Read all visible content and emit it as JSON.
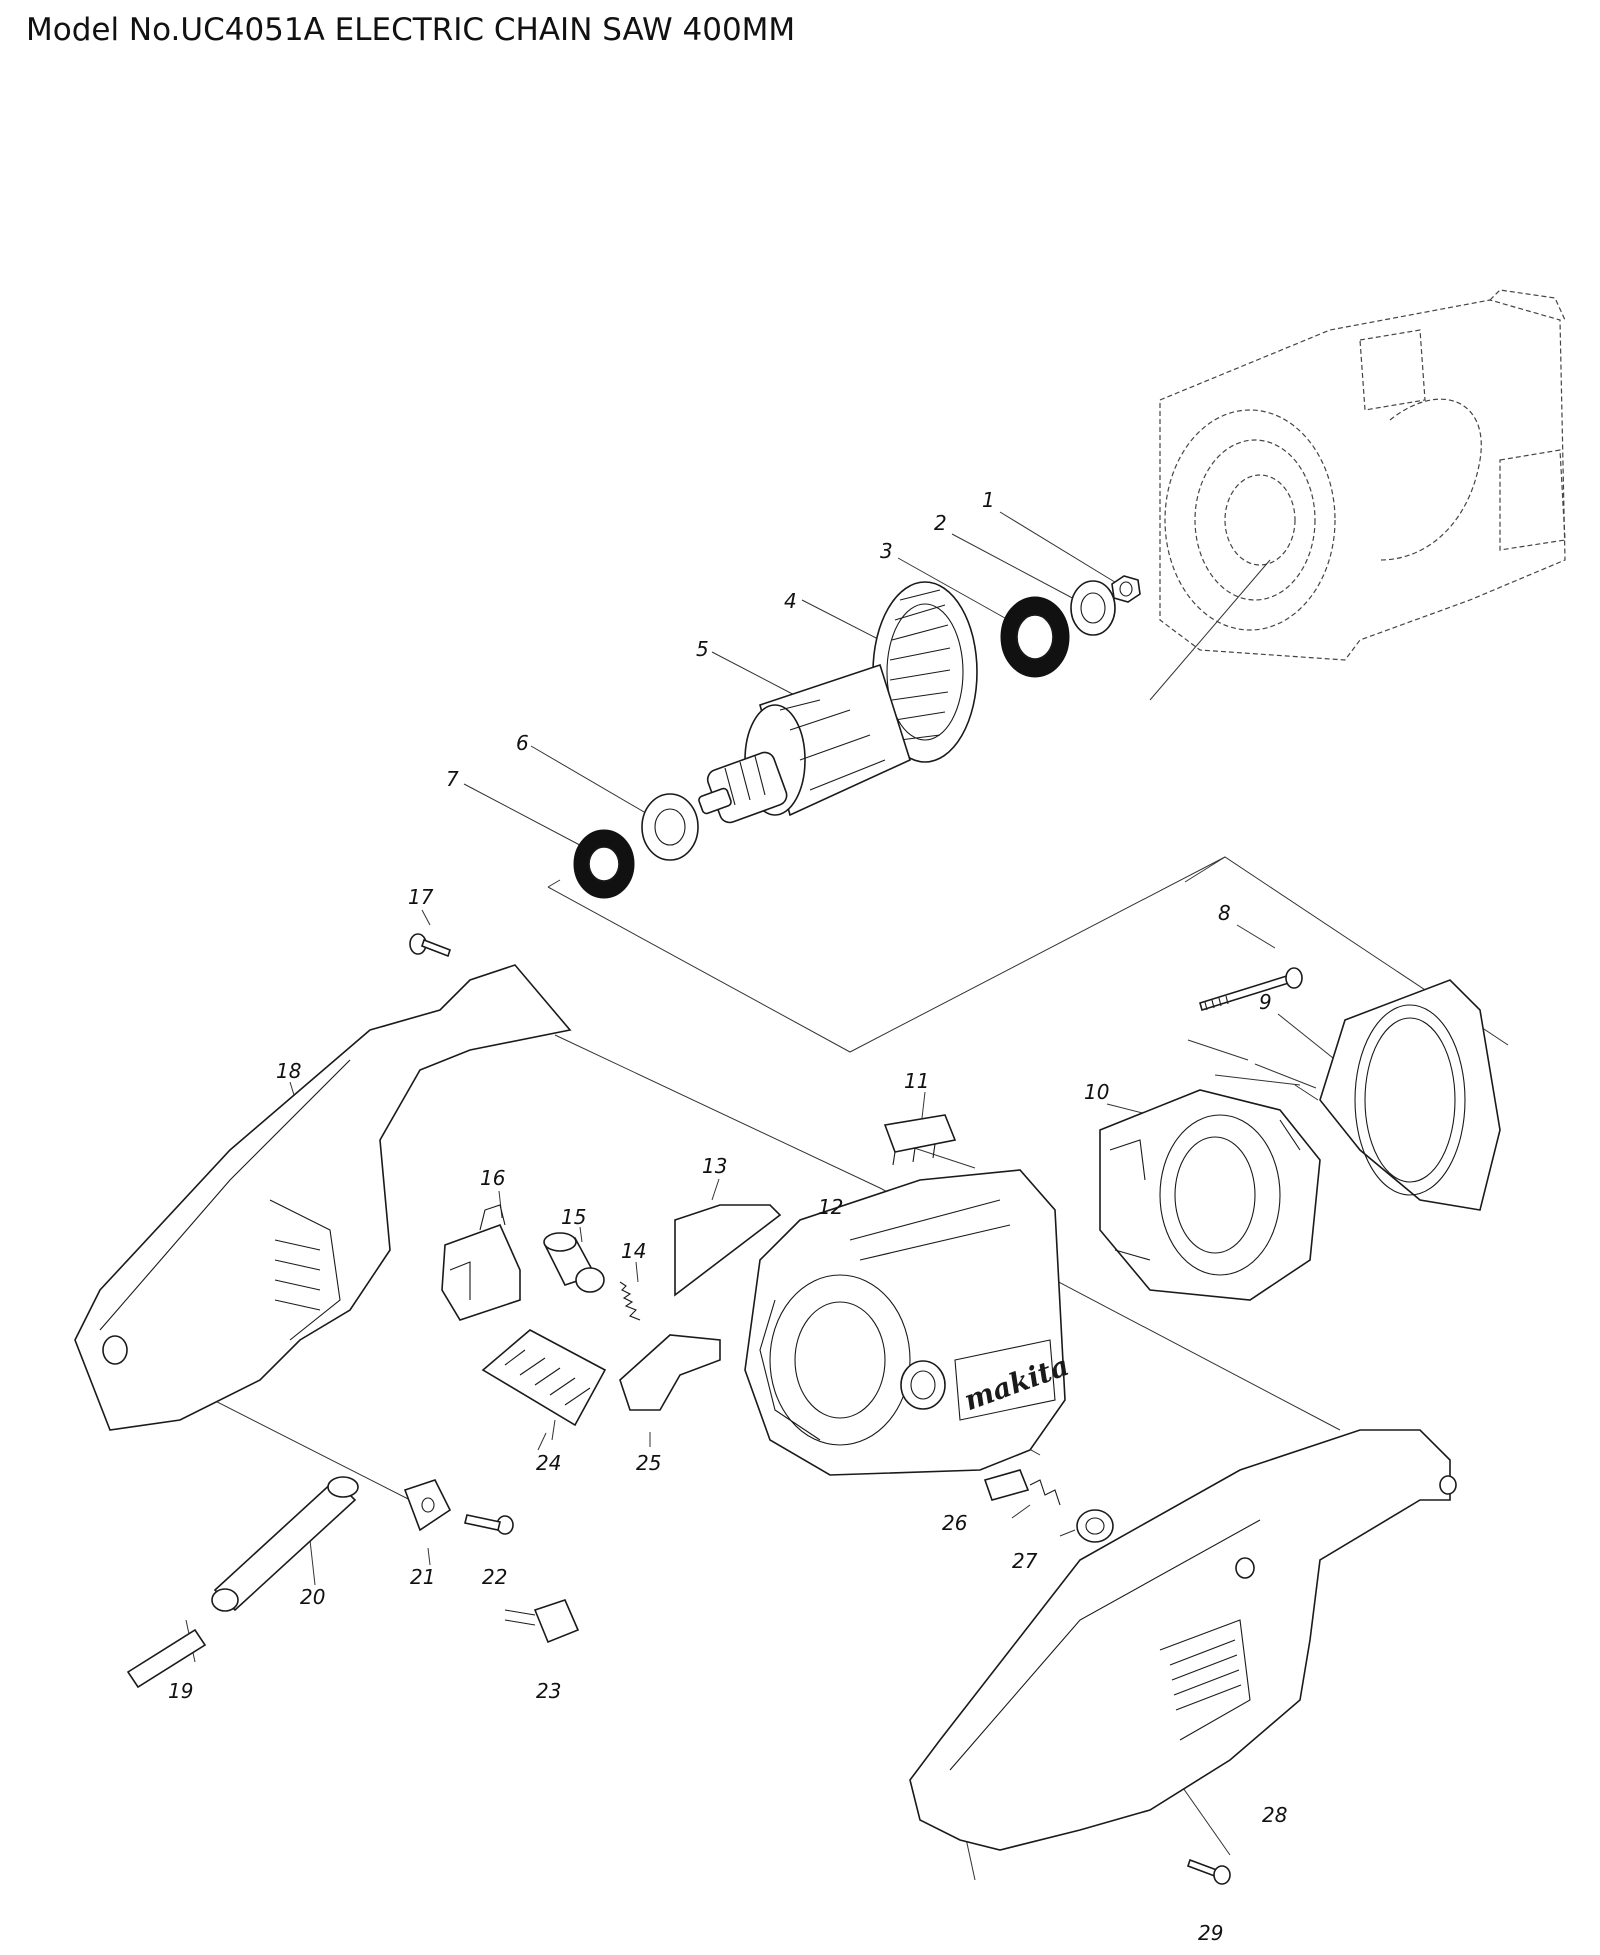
{
  "title": "Model No.UC4051A ELECTRIC CHAIN SAW 400MM",
  "callouts": [
    "1",
    "2",
    "3",
    "4",
    "5",
    "6",
    "7",
    "8",
    "9",
    "10",
    "11",
    "12",
    "13",
    "14",
    "15",
    "16",
    "17",
    "18",
    "19",
    "20",
    "21",
    "22",
    "23",
    "24",
    "25",
    "26",
    "27",
    "28",
    "29"
  ],
  "logo_text": "makita"
}
